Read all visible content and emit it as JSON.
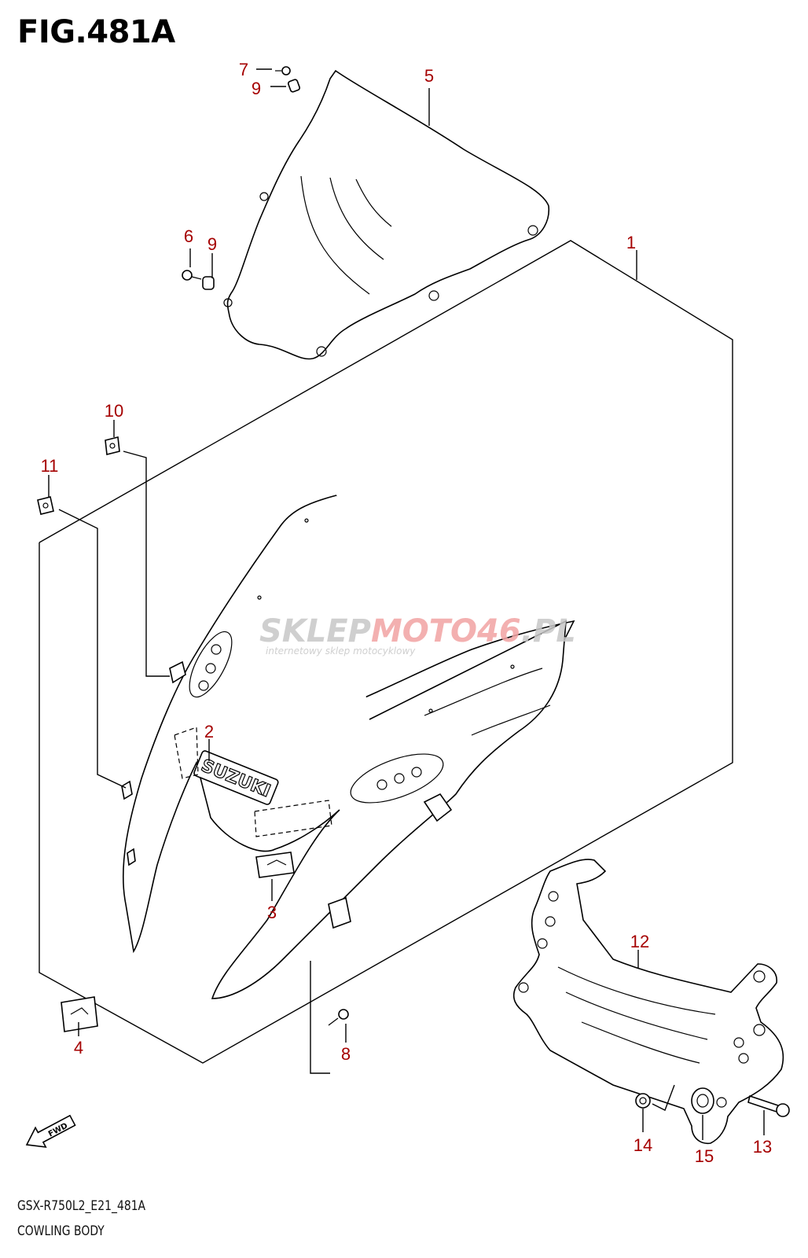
{
  "figure": {
    "title": "FIG.481A",
    "model_code": "GSX-R750L2_E21_481A",
    "section_name": "COWLING BODY"
  },
  "callouts": {
    "p1": "1",
    "p2": "2",
    "p3": "3",
    "p4": "4",
    "p5": "5",
    "p6": "6",
    "p7": "7",
    "p8": "8",
    "p9a": "9",
    "p9b": "9",
    "p10": "10",
    "p11": "11",
    "p12": "12",
    "p13": "13",
    "p14": "14",
    "p15": "15"
  },
  "emblem": {
    "text": "SUZUKI"
  },
  "fwd_arrow": {
    "text": "FWD"
  },
  "watermark": {
    "brand_a": "SKLEP",
    "brand_b": "MOTO",
    "brand_c": "46",
    "brand_d": ".PL",
    "tagline": "internetowy sklep motocyklowy"
  },
  "colors": {
    "callout": "#a50000",
    "line": "#000000",
    "watermark_grey": "#c7c7c7",
    "watermark_red": "#f2a3a3"
  }
}
